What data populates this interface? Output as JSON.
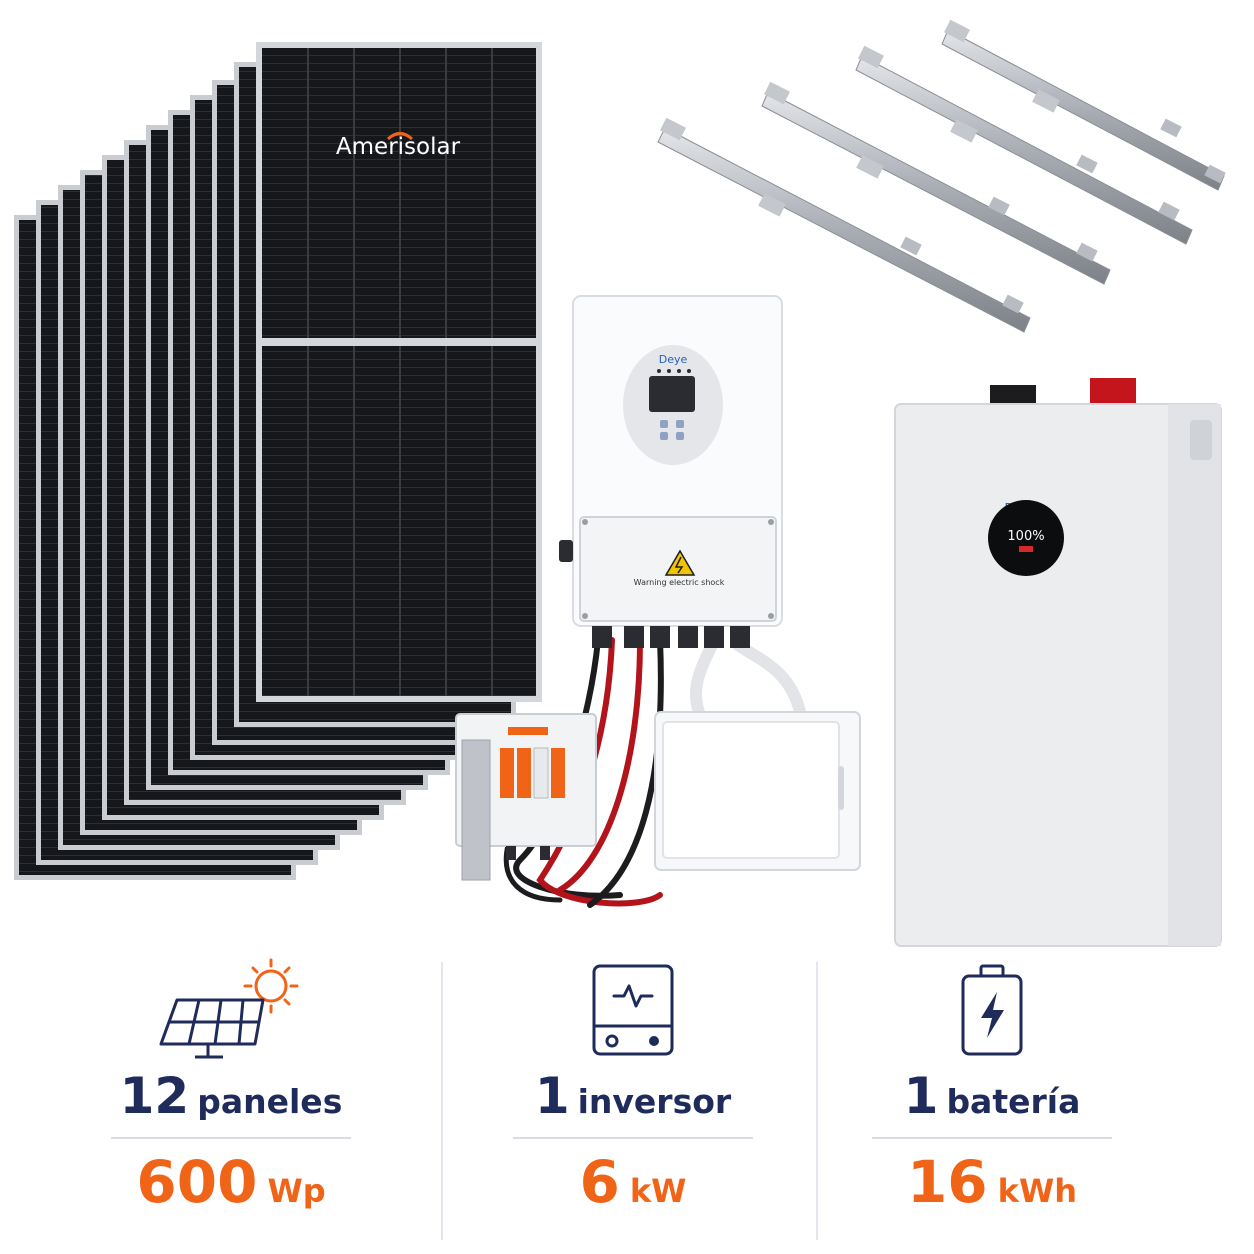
{
  "products": {
    "panel_brand": "Amerisolar",
    "inverter_brand": "Deye",
    "inverter_warning": "Warning electric shock",
    "battery_brand": "Deye",
    "battery_soc": "100%"
  },
  "specs": [
    {
      "icon": "solar-panel-sun-icon",
      "count": "12",
      "count_label": "paneles",
      "value": "600",
      "unit": "Wp"
    },
    {
      "icon": "inverter-icon",
      "count": "1",
      "count_label": "inversor",
      "value": "6",
      "unit": "kW"
    },
    {
      "icon": "battery-bolt-icon",
      "count": "1",
      "count_label": "batería",
      "value": "16",
      "unit": "kWh"
    }
  ],
  "colors": {
    "navy": "#1f2b5b",
    "orange": "#f06418",
    "panel": "#141518"
  }
}
